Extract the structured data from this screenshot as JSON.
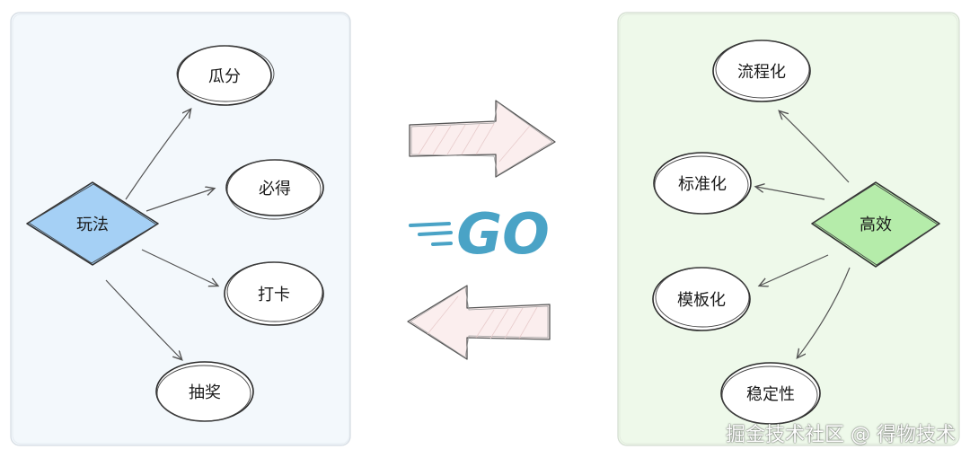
{
  "left_panel": {
    "center": "玩法",
    "items": [
      "瓜分",
      "必得",
      "打卡",
      "抽奖"
    ],
    "fill": "#f3f8fc",
    "center_fill": "#a5d0f5"
  },
  "right_panel": {
    "center": "高效",
    "items": [
      "流程化",
      "标准化",
      "模板化",
      "稳定性"
    ],
    "fill": "#eef9ea",
    "center_fill": "#b5ecaa"
  },
  "middle": {
    "go_text": "GO",
    "go_color": "#4aa3c6",
    "arrow_fill": "#fbeeee"
  },
  "watermark": "掘金技术社区 @ 得物技术"
}
